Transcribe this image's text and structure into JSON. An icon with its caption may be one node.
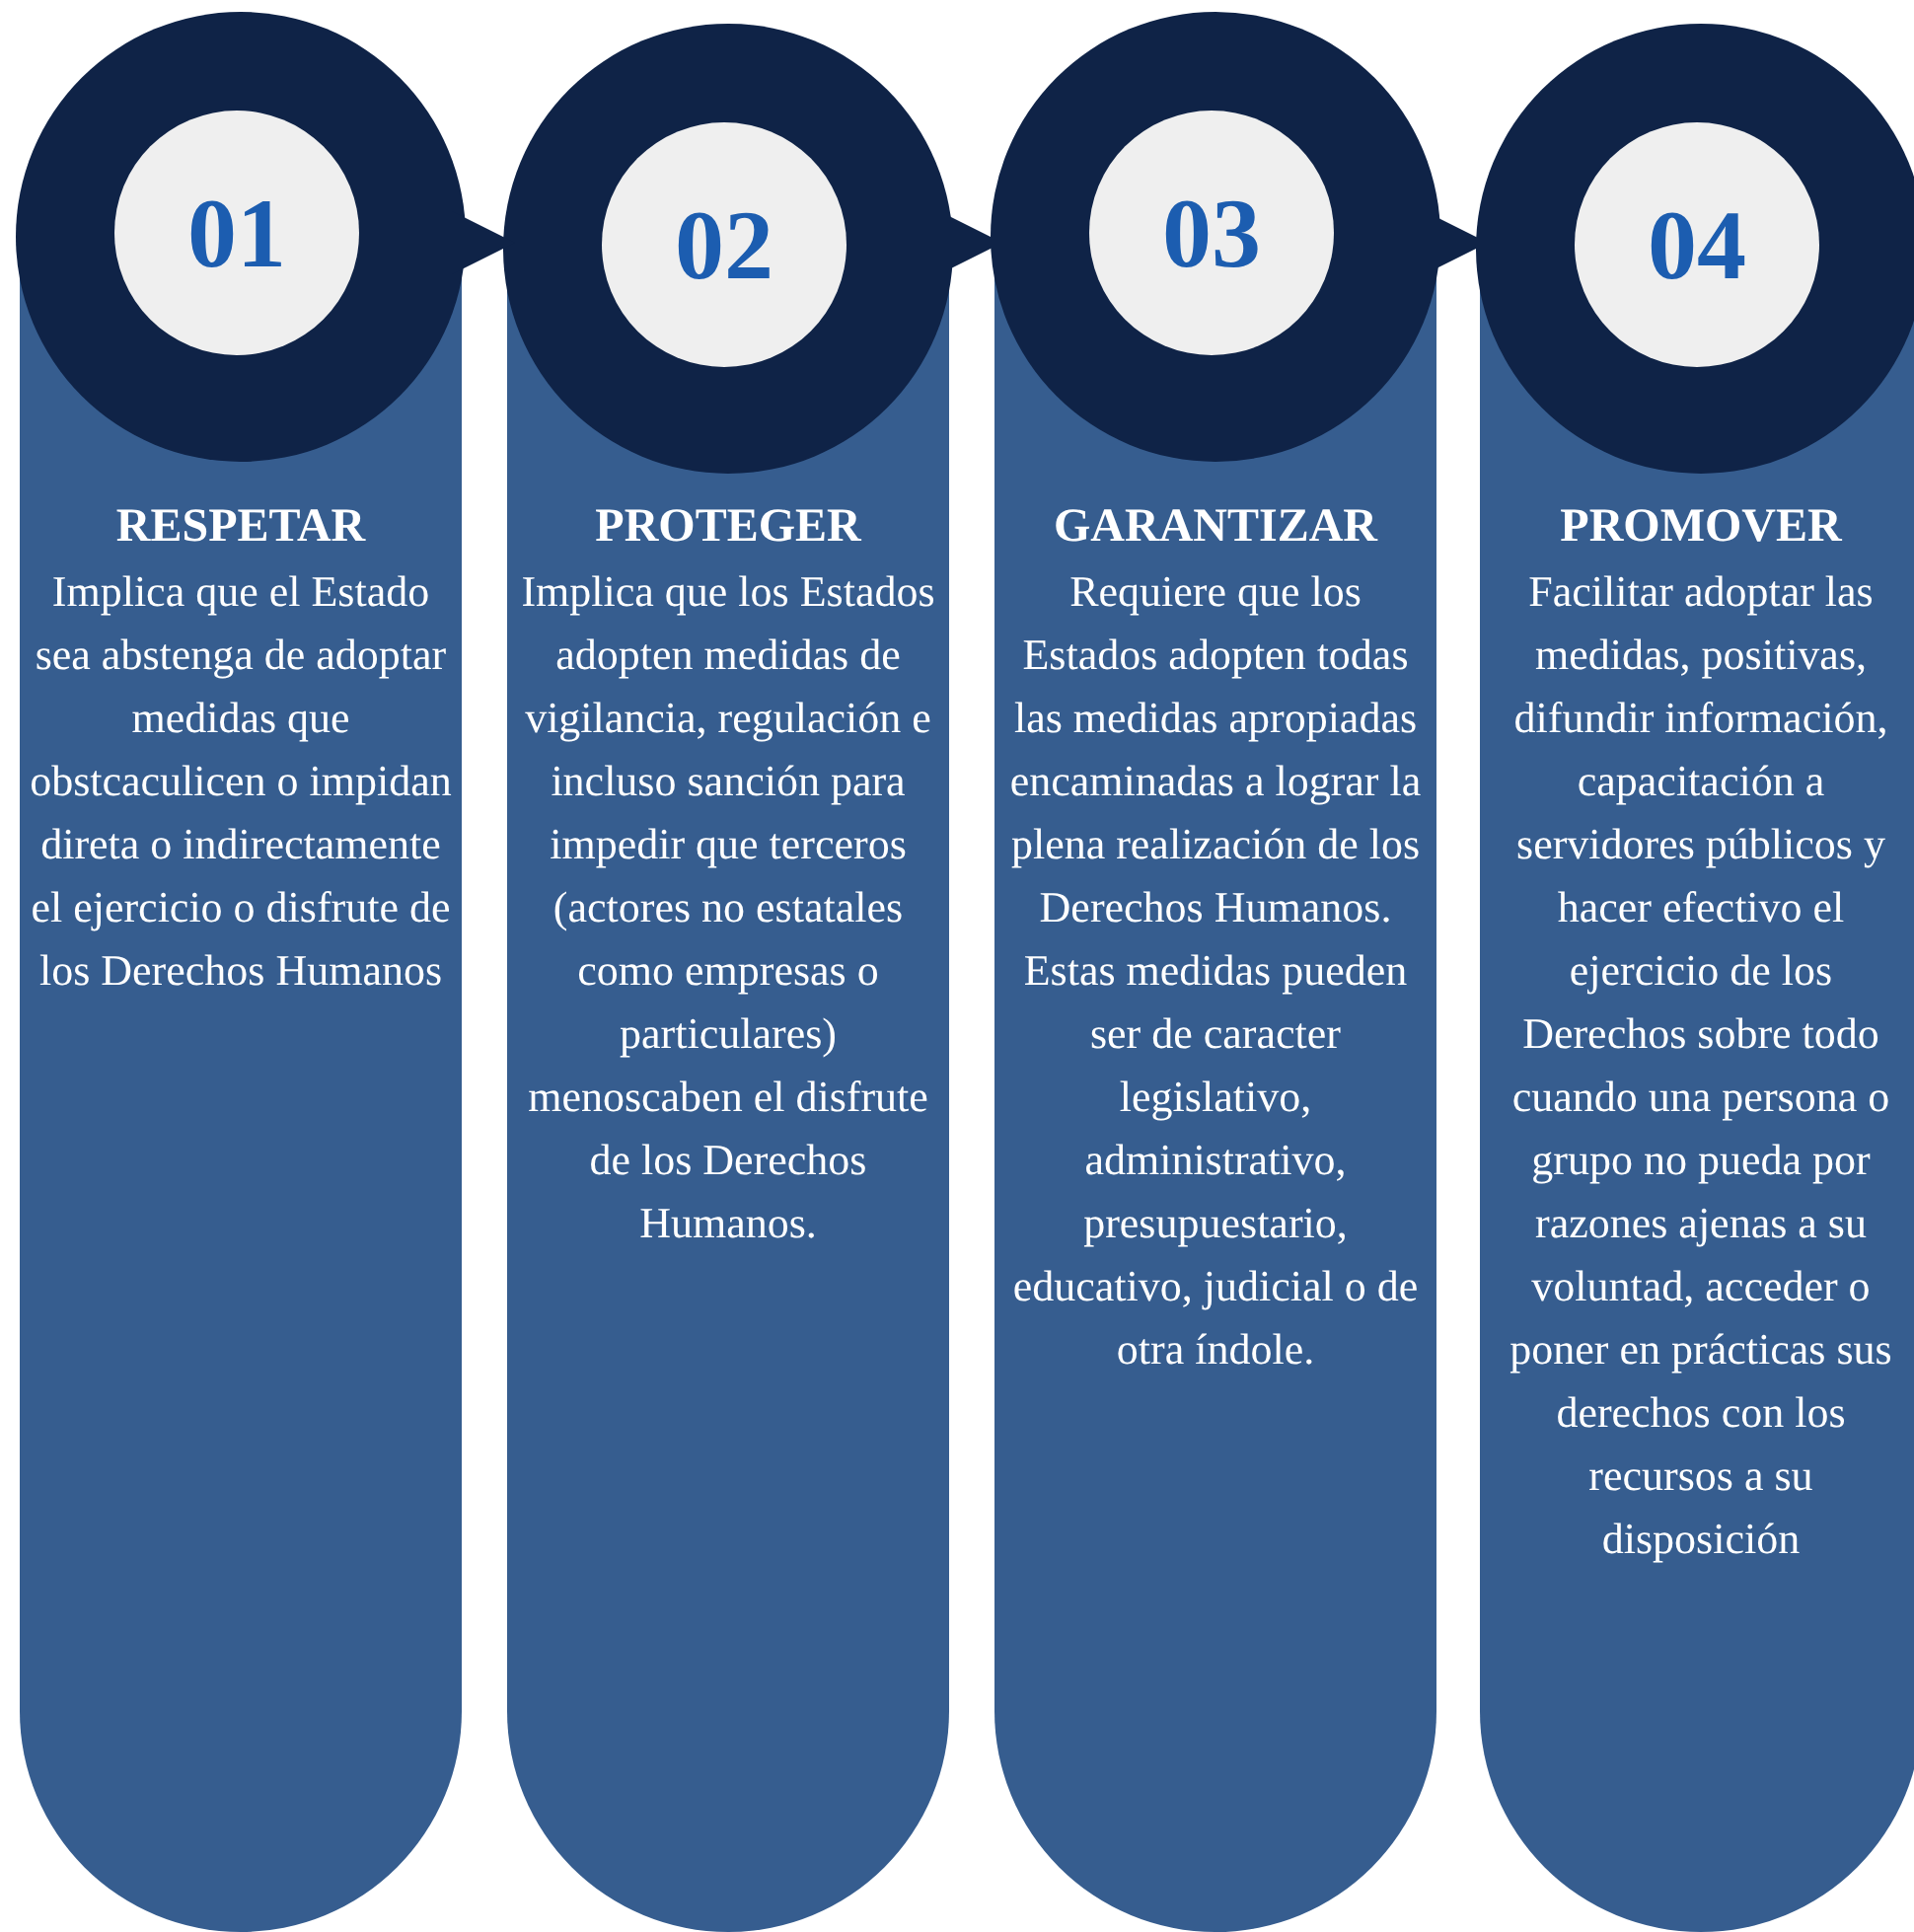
{
  "diagram": {
    "nodes": [
      {
        "text": [
          "01",
          "RESPETAR",
          "Implica que el Estado sea abstenga de adoptar medidas que obstcaculicen o impidan direta o indirectamente el ejercicio o disfrute de los Derechos Humanos"
        ]
      },
      {
        "text": [
          "02",
          "PROTEGER",
          "Implica que los Estados adopten medidas de vigilancia, regulación e incluso sanción para impedir que terceros (actores no estatales como empresas o particulares) menoscaben el disfrute de los Derechos Humanos."
        ]
      },
      {
        "text": [
          "03",
          "GARANTIZAR",
          "Requiere que los Estados adopten todas las medidas apropiadas encaminadas a lograr la plena realización de los Derechos Humanos. Estas medidas pueden ser de caracter legislativo, administrativo, presupuestario, educativo, judicial o de otra índole."
        ]
      },
      {
        "text": [
          "04",
          "PROMOVER",
          "Facilitar adoptar las medidas, positivas, difundir información, capacitación a servidores públicos y hacer efectivo el ejercicio de los Derechos sobre todo cuando una persona o grupo no pueda por razones ajenas a su voluntad, acceder o poner en prácticas sus derechos con los recursos a su disposición"
        ]
      }
    ],
    "edges": [
      {
        "from": 0,
        "to": 1,
        "arrow": "to"
      },
      {
        "from": 1,
        "to": 2,
        "arrow": "to"
      },
      {
        "from": 2,
        "to": 3,
        "arrow": "to"
      }
    ]
  }
}
